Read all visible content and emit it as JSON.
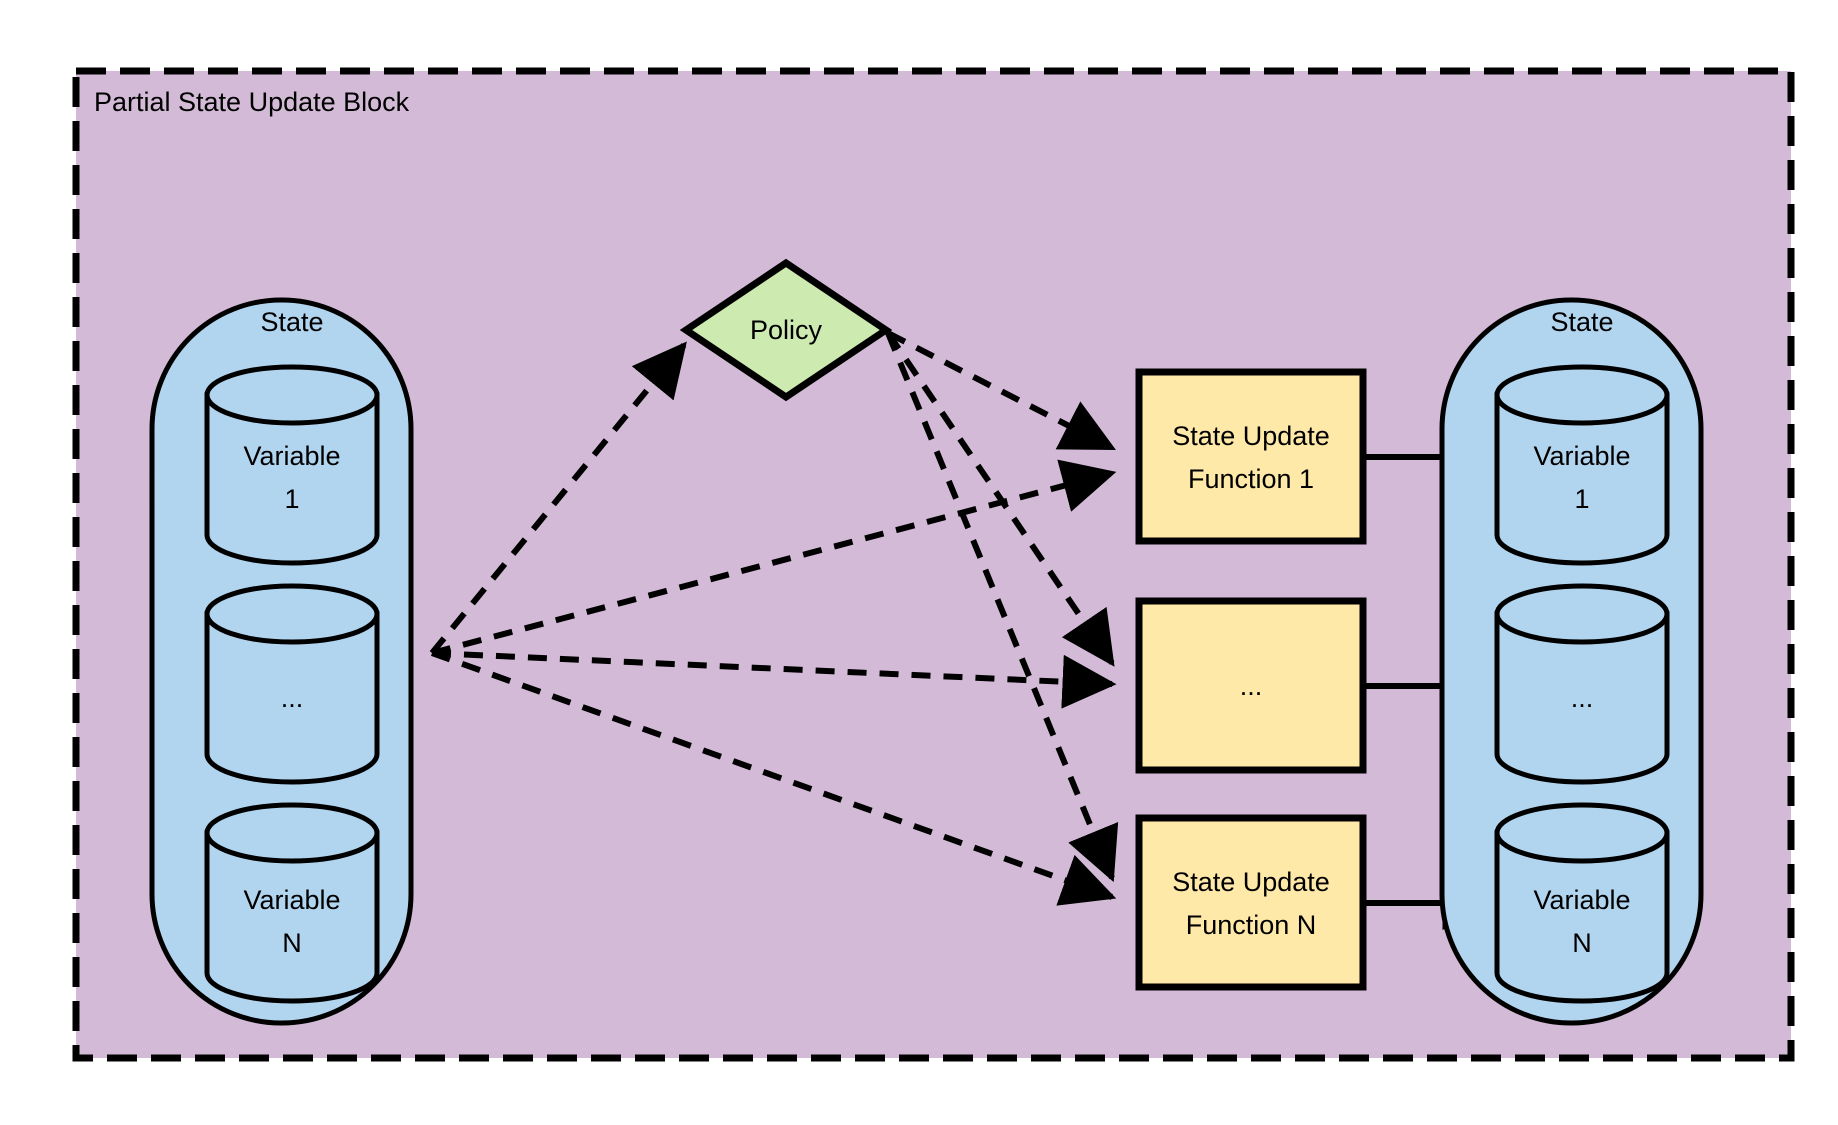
{
  "diagram": {
    "title": "Partial State Update Block",
    "type": "flow-diagram",
    "colors": {
      "block_background": "#d3bbd7",
      "block_border": "#000000",
      "state_container_fill": "#b1d5ef",
      "state_container_border": "#000000",
      "variable_fill": "#b1d5ef",
      "variable_border": "#000000",
      "policy_fill": "#cdeab0",
      "policy_border": "#000000",
      "function_fill": "#ffe9a8",
      "function_border": "#000000",
      "edge_color": "#000000",
      "page_background": "#ffffff"
    },
    "outer_block": {
      "label": "Partial State Update Block",
      "border_style": "dashed"
    },
    "input_state": {
      "label": "State",
      "variables": [
        {
          "id": "in-var-1",
          "line1": "Variable",
          "line2": "1"
        },
        {
          "id": "in-var-mid",
          "line1": "...",
          "line2": ""
        },
        {
          "id": "in-var-n",
          "line1": "Variable",
          "line2": "N"
        }
      ]
    },
    "output_state": {
      "label": "State",
      "variables": [
        {
          "id": "out-var-1",
          "line1": "Variable",
          "line2": "1"
        },
        {
          "id": "out-var-mid",
          "line1": "...",
          "line2": ""
        },
        {
          "id": "out-var-n",
          "line1": "Variable",
          "line2": "N"
        }
      ]
    },
    "policy": {
      "label": "Policy",
      "shape": "diamond"
    },
    "state_update_functions": [
      {
        "id": "suf-1",
        "line1": "State Update",
        "line2": "Function 1"
      },
      {
        "id": "suf-mid",
        "line1": "...",
        "line2": ""
      },
      {
        "id": "suf-n",
        "line1": "State Update",
        "line2": "Function N"
      }
    ],
    "edges": [
      {
        "from": "input_state",
        "to": "policy",
        "style": "dashed",
        "arrow": true
      },
      {
        "from": "input_state",
        "to": "suf-1",
        "style": "dashed",
        "arrow": true
      },
      {
        "from": "input_state",
        "to": "suf-mid",
        "style": "dashed",
        "arrow": true
      },
      {
        "from": "input_state",
        "to": "suf-n",
        "style": "dashed",
        "arrow": true
      },
      {
        "from": "policy",
        "to": "suf-1",
        "style": "dashed",
        "arrow": true
      },
      {
        "from": "policy",
        "to": "suf-mid",
        "style": "dashed",
        "arrow": true
      },
      {
        "from": "policy",
        "to": "suf-n",
        "style": "dashed",
        "arrow": true
      },
      {
        "from": "suf-1",
        "to": "out-var-1",
        "style": "solid",
        "arrow": true
      },
      {
        "from": "suf-mid",
        "to": "out-var-mid",
        "style": "solid",
        "arrow": true
      },
      {
        "from": "suf-n",
        "to": "out-var-n",
        "style": "solid",
        "arrow": true
      }
    ]
  }
}
